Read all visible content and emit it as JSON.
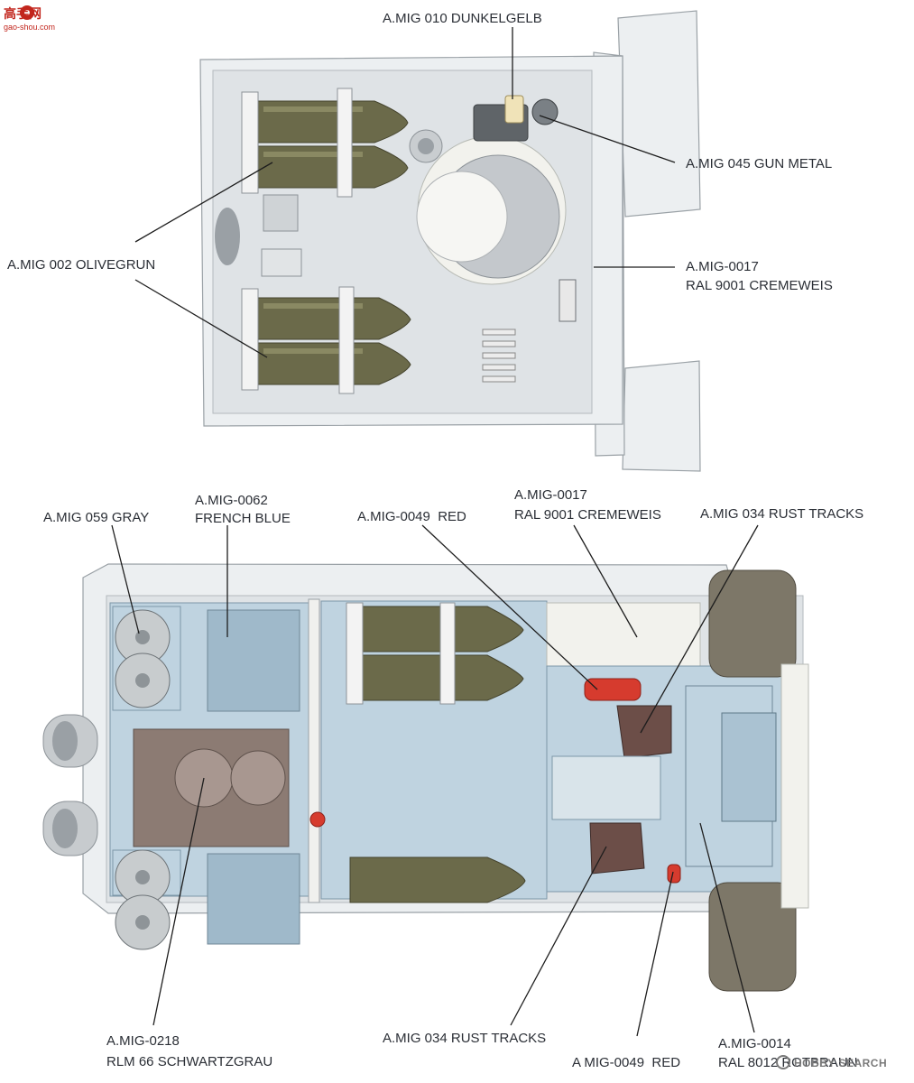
{
  "watermark_top": {
    "title": "高手网",
    "site": "gao-shou.com"
  },
  "watermark_bottom": "HOBBY SEARCH",
  "top_view": {
    "callouts": [
      {
        "lines": [
          "A.MIG 010 DUNKELGELB"
        ]
      },
      {
        "lines": [
          "A.MIG 045 GUN METAL"
        ]
      },
      {
        "lines": [
          "A.MIG 002 OLIVEGRUN"
        ]
      },
      {
        "lines": [
          "A.MIG-0017",
          "RAL 9001 CREMEWEIS"
        ]
      }
    ]
  },
  "bottom_view": {
    "callouts": [
      {
        "lines": [
          "A.MIG 059 GRAY"
        ]
      },
      {
        "lines": [
          "A.MIG-0062",
          "FRENCH BLUE"
        ]
      },
      {
        "lines": [
          "A.MIG-0049  RED"
        ]
      },
      {
        "lines": [
          "A.MIG-0017",
          "RAL 9001 CREMEWEIS"
        ]
      },
      {
        "lines": [
          "A.MIG 034 RUST TRACKS"
        ]
      },
      {
        "lines": [
          "A.MIG-0218",
          "RLM 66 SCHWARTZGRAU"
        ]
      },
      {
        "lines": [
          "A.MIG 034 RUST TRACKS"
        ]
      },
      {
        "lines": [
          "A MIG-0049  RED"
        ]
      },
      {
        "lines": [
          "A.MIG-0014",
          "RAL 8012 ROTBRAUN"
        ]
      }
    ]
  }
}
